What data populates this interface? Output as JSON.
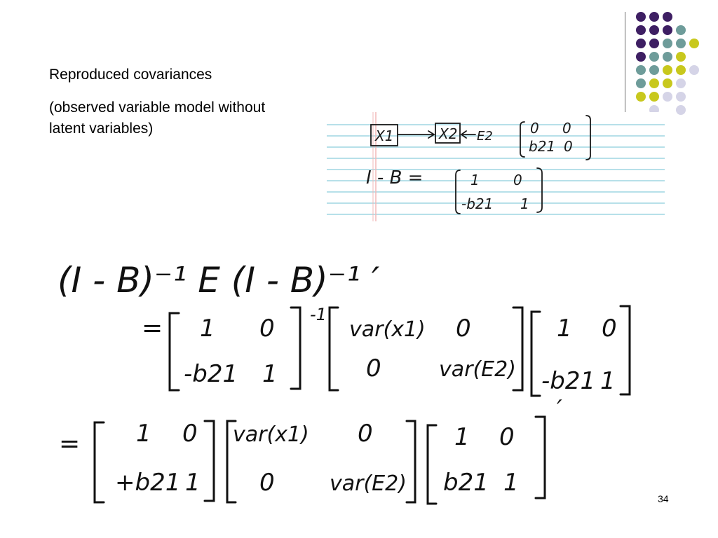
{
  "slide": {
    "title": "Reproduced covariances",
    "subtitle_line1": "(observed variable model without",
    "subtitle_line2": "latent variables)",
    "page_number": "34"
  },
  "decor": {
    "colors": {
      "purple": "#3e1f63",
      "teal": "#6e9c9a",
      "yellow": "#c8c81d",
      "lavender": "#d5d4e7",
      "rule": "#6e6e6e"
    },
    "dot_rows": [
      [
        "purple",
        "purple",
        "purple"
      ],
      [
        "purple",
        "purple",
        "purple",
        "teal"
      ],
      [
        "purple",
        "purple",
        "teal",
        "teal",
        "yellow"
      ],
      [
        "purple",
        "teal",
        "teal",
        "yellow"
      ],
      [
        "teal",
        "teal",
        "yellow",
        "yellow",
        "lavender"
      ],
      [
        "teal",
        "yellow",
        "yellow",
        "lavender"
      ],
      [
        "yellow",
        "yellow",
        "lavender",
        "lavender"
      ],
      [
        "lavender",
        "lavender"
      ]
    ]
  },
  "notebook": {
    "node1": "X1",
    "node2": "X2",
    "error": "E2",
    "matrix_B": {
      "r1c1": "0",
      "r1c2": "0",
      "r2c1": "b21",
      "r2c2": "0"
    },
    "eq_label": "I - B =",
    "matrix_IB": {
      "r1c1": "1",
      "r1c2": "0",
      "r2c1": "-b21",
      "r2c2": "1"
    }
  },
  "handwriting": {
    "line1": "(I - B)⁻¹ E (I - B)⁻¹ ′",
    "eq2": {
      "lead": "=",
      "m1": {
        "r1c1": "1",
        "r1c2": "0",
        "r2c1": "-b21",
        "r2c2": "1",
        "exp": "-1"
      },
      "m2": {
        "r1c1": "var(x1)",
        "r1c2": "0",
        "r2c1": "0",
        "r2c2": "var(E2)"
      },
      "m3": {
        "r1c1": "1",
        "r1c2": "0",
        "r2c1": "-b21",
        "r2c2": "1"
      }
    },
    "eq3": {
      "lead": "=",
      "m1": {
        "r1c1": "1",
        "r1c2": "0",
        "r2c1": "+b21",
        "r2c2": "1"
      },
      "m2": {
        "r1c1": "var(x1)",
        "r1c2": "0",
        "r2c1": "0",
        "r2c2": "var(E2)"
      },
      "m3": {
        "r1c1": "1",
        "r1c2": "0",
        "r2c1": "b21",
        "r2c2": "1"
      },
      "exp": "′"
    }
  }
}
